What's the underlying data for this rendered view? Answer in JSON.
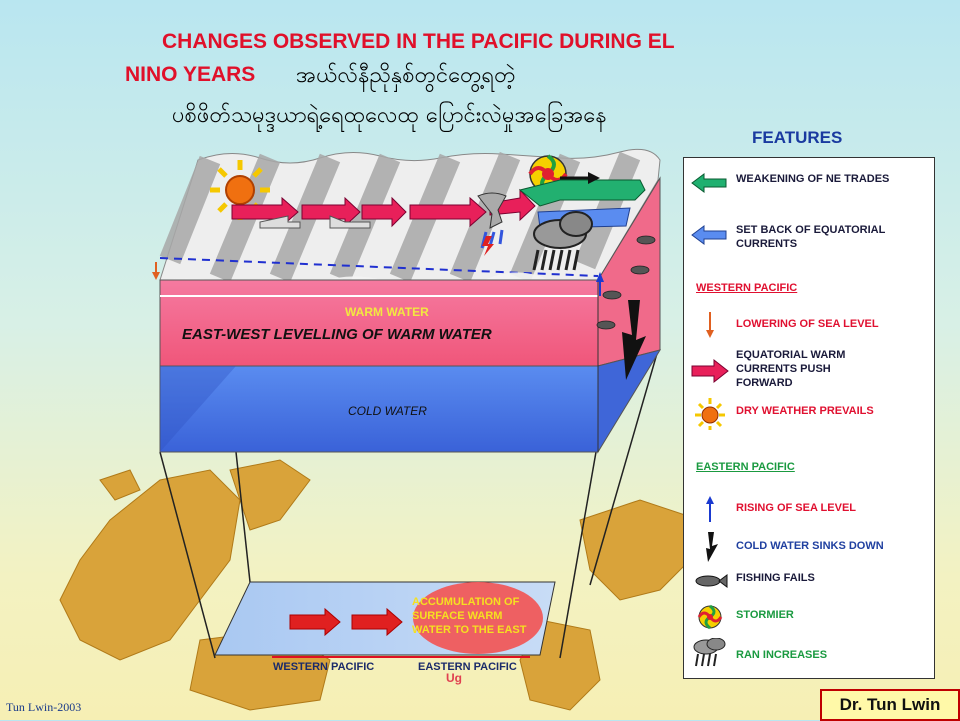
{
  "title": {
    "line1": "CHANGES OBSERVED IN THE PACIFIC DURING EL",
    "line2": "NINO YEARS",
    "myanmar1": "အယ်လ်နီညိုနှစ်တွင်တွေ့ရတဲ့",
    "myanmar2": "ပစိဖိတ်သမုဒ္ဒယာရဲ့ရေထုလေထု ပြောင်းလဲမှုအခြေအနေ"
  },
  "diagram": {
    "warm_water": "WARM WATER",
    "levelling": "EAST-WEST LEVELLING  OF WARM WATER",
    "cold_water": "COLD WATER",
    "accumulation": "ACCUMULATION OF SURFACE WARM WATER TO THE EAST",
    "western_pacific": "WESTERN PACIFIC",
    "eastern_pacific": "EASTERN PACIFIC",
    "map_mark": "Ug"
  },
  "legend": {
    "heading": "FEATURES",
    "items": [
      {
        "icon": "green-arrow-icon",
        "text": "WEAKENING OF NE TRADES"
      },
      {
        "icon": "blue-arrow-icon",
        "text": "SET BACK OF EQUATORIAL CURRENTS"
      },
      {
        "icon": "",
        "text": "WESTERN PACIFIC"
      },
      {
        "icon": "down-arrow-icon",
        "text": "LOWERING OF SEA LEVEL"
      },
      {
        "icon": "magenta-arrow-icon",
        "text": "EQUATORIAL WARM CURRENTS PUSH FORWARD"
      },
      {
        "icon": "sun-icon",
        "text": "DRY WEATHER PREVAILS"
      },
      {
        "icon": "",
        "text": "EASTERN PACIFIC"
      },
      {
        "icon": "up-arrow-icon",
        "text": "RISING OF SEA LEVEL"
      },
      {
        "icon": "lightning-arrow-icon",
        "text": "COLD WATER SINKS DOWN"
      },
      {
        "icon": "fish-icon",
        "text": "FISHING FAILS"
      },
      {
        "icon": "storm-icon",
        "text": "STORMIER"
      },
      {
        "icon": "rain-cloud-icon",
        "text": "RAN INCREASES"
      }
    ]
  },
  "credit": "Dr. Tun Lwin",
  "signature": "Tun Lwin-2003",
  "colors": {
    "title_red": "#e0102a",
    "warm_pink": "#f06080",
    "cold_blue": "#4070e0",
    "continent": "#d8a030",
    "trade_green": "#20b070"
  }
}
